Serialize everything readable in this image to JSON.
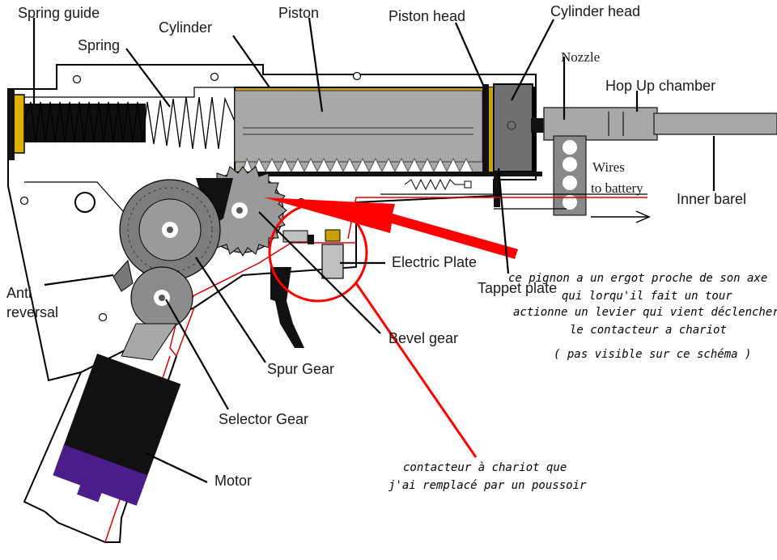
{
  "labels": {
    "spring_guide": "Spring guide",
    "spring": "Spring",
    "cylinder": "Cylinder",
    "piston": "Piston",
    "piston_head": "Piston head",
    "cylinder_head": "Cylinder head",
    "nozzle": "Nozzle",
    "hop_up": "Hop Up chamber",
    "wires_line1": "Wires",
    "wires_line2": "to battery",
    "inner_barrel": "Inner barel",
    "electric_plate": "Electric Plate",
    "tappet_plate": "Tappet plate",
    "anti_reversal_line1": "Anti",
    "anti_reversal_line2": "reversal",
    "bevel_gear": "Bevel gear",
    "spur_gear": "Spur Gear",
    "selector_gear": "Selector Gear",
    "motor": "Motor"
  },
  "annotations": {
    "pinion_note": [
      "ce pignon a un ergot proche de son axe",
      "qui lorqu'il fait un tour",
      "actionne  un levier qui vient déclencher",
      "le contacteur a chariot",
      "( pas visible sur ce schéma )"
    ],
    "switch_note": [
      "contacteur à chariot que",
      "j'ai remplacé par un poussoir"
    ]
  },
  "colors": {
    "annotation_red": "#ff0000",
    "cylinder_gold": "#c8a000",
    "piston_gray": "#a8a8a8",
    "motor_purple": "#4b1d8a",
    "gear_gray": "#8c8c8c"
  }
}
